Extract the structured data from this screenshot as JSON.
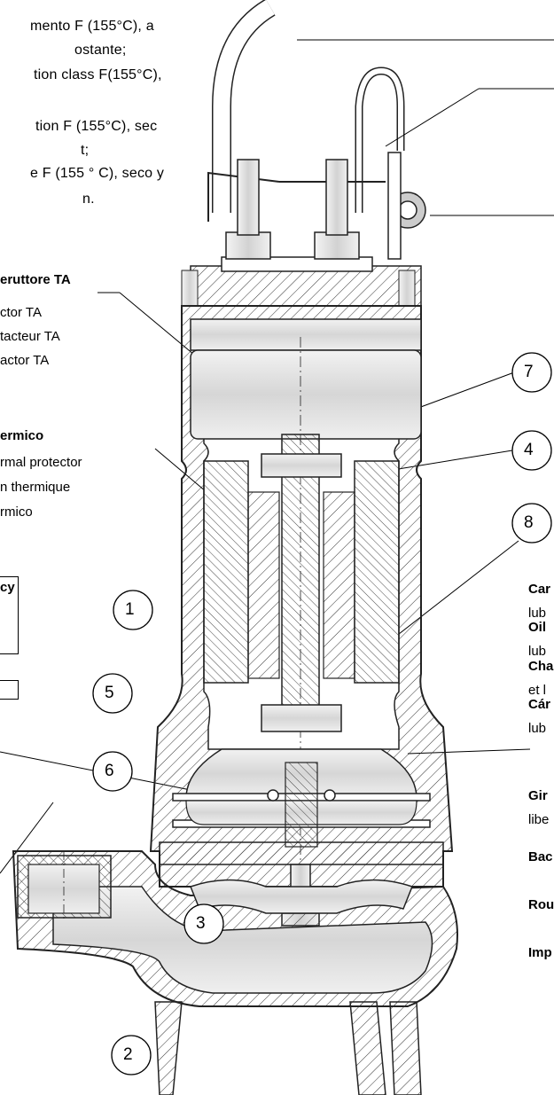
{
  "insulation_text": {
    "line1": "mento F (155°C), a",
    "line2": "ostante;",
    "line3": "tion class F(155°C),",
    "line4": "tion F (155°C), sec",
    "line5": "t;",
    "line6": "e F (155 ° C), seco y",
    "line7": "n."
  },
  "switch_block": {
    "title": "eruttore TA",
    "line1": "ctor TA",
    "line2": "tacteur TA",
    "line3": "actor TA"
  },
  "thermal_block": {
    "title": "ermico",
    "line1": "rmal protector",
    "line2": "n thermique",
    "line3": "rmico"
  },
  "cy_box": {
    "label": "cy"
  },
  "oil_block": {
    "line1": "Car",
    "line2": "lub",
    "line3": "Oil",
    "line4": "lub",
    "line5": "Cha",
    "line6": "et l",
    "line7": "Cár",
    "line8": "lub"
  },
  "impeller_block": {
    "line1": "Gir",
    "line2": "libe",
    "line3": "Bac",
    "line4": "Rou",
    "line5": "Imp"
  },
  "callouts": [
    "7",
    "4",
    "8",
    "1",
    "5",
    "6",
    "3",
    "2"
  ]
}
